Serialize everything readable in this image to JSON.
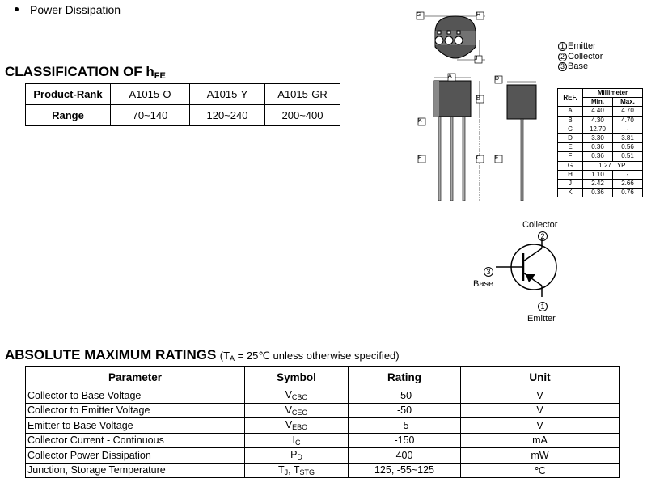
{
  "bullet": {
    "text": "Power Dissipation"
  },
  "classification": {
    "title": "CLASSIFICATION OF h",
    "title_sub": "FE",
    "row1": [
      "Product-Rank",
      "A1015-O",
      "A1015-Y",
      "A1015-GR"
    ],
    "row2": [
      "Range",
      "70~140",
      "120~240",
      "200~400"
    ]
  },
  "pin_legend": {
    "items": [
      {
        "num": "1",
        "label": "Emitter"
      },
      {
        "num": "2",
        "label": "Collector"
      },
      {
        "num": "3",
        "label": "Base"
      }
    ]
  },
  "dimensions": {
    "ref_header": "REF.",
    "unit_header": "Millimeter",
    "min_header": "Min.",
    "max_header": "Max.",
    "rows": [
      {
        "ref": "A",
        "min": "4.40",
        "max": "4.70"
      },
      {
        "ref": "B",
        "min": "4.30",
        "max": "4.70"
      },
      {
        "ref": "C",
        "min": "12.70",
        "max": "-"
      },
      {
        "ref": "D",
        "min": "3.30",
        "max": "3.81"
      },
      {
        "ref": "E",
        "min": "0.36",
        "max": "0.56"
      },
      {
        "ref": "F",
        "min": "0.36",
        "max": "0.51"
      },
      {
        "ref": "G",
        "span": "1.27 TYP."
      },
      {
        "ref": "H",
        "min": "1.10",
        "max": "-"
      },
      {
        "ref": "J",
        "min": "2.42",
        "max": "2.66"
      },
      {
        "ref": "K",
        "min": "0.36",
        "max": "0.76"
      }
    ]
  },
  "drawing_labels": {
    "top": [
      "G",
      "H",
      "J"
    ],
    "front": [
      "A",
      "B",
      "K",
      "E",
      "C"
    ],
    "side": [
      "D",
      "F"
    ],
    "pin_numbers": [
      "1",
      "2",
      "3"
    ]
  },
  "symbol": {
    "collector": "Collector",
    "base": "Base",
    "emitter": "Emitter",
    "collector_num": "2",
    "base_num": "3",
    "emitter_num": "1"
  },
  "ratings": {
    "title": "ABSOLUTE MAXIMUM RATINGS",
    "cond_prefix": "(T",
    "cond_sub": "A",
    "cond_suffix": " = 25℃ unless otherwise specified)",
    "headers": [
      "Parameter",
      "Symbol",
      "Rating",
      "Unit"
    ],
    "rows": [
      {
        "parameter": "Collector to Base Voltage",
        "sym": "V",
        "sym_sub": "CBO",
        "rating": "-50",
        "unit": "V"
      },
      {
        "parameter": "Collector to Emitter Voltage",
        "sym": "V",
        "sym_sub": "CEO",
        "rating": "-50",
        "unit": "V"
      },
      {
        "parameter": "Emitter to Base Voltage",
        "sym": "V",
        "sym_sub": "EBO",
        "rating": "-5",
        "unit": "V"
      },
      {
        "parameter": "Collector Current - Continuous",
        "sym": "I",
        "sym_sub": "C",
        "rating": "-150",
        "unit": "mA"
      },
      {
        "parameter": "Collector Power Dissipation",
        "sym": "P",
        "sym_sub": "D",
        "rating": "400",
        "unit": "mW"
      },
      {
        "parameter": "Junction, Storage Temperature",
        "sym": "T",
        "sym_sub": "J",
        "sym2": ", T",
        "sym2_sub": "STG",
        "rating": "125, -55~125",
        "unit": "℃"
      }
    ]
  }
}
